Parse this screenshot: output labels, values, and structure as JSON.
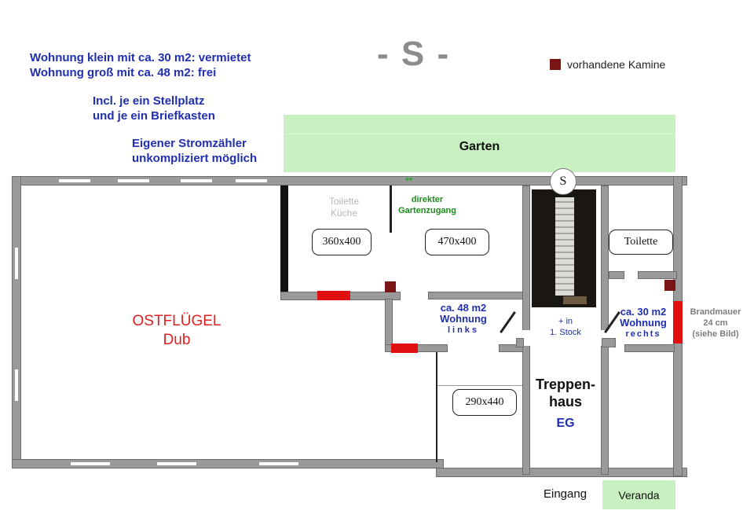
{
  "info": {
    "line1_prefix": "Wohnung klein mit ca. 30 m2: ",
    "line1_status": "vermietet",
    "line2_prefix": "Wohnung groß mit ca. 48 m2: ",
    "line2_status": "frei",
    "line3": "Incl. je ein Stellplatz",
    "line4": "und je ein Briefkasten",
    "line5": "Eigener Stromzähler",
    "line6": "unkompliziert möglich"
  },
  "compass": {
    "label": "- S -",
    "marker": "S"
  },
  "legend": {
    "label": "vorhandene Kamine",
    "color": "#7a1515"
  },
  "garden": {
    "label": "Garten",
    "color": "#c8f0c0"
  },
  "east_wing": {
    "line1": "OSTFLÜGEL",
    "line2": "Dub"
  },
  "rooms": {
    "toilet_kitchen_line1": "Toilette",
    "toilet_kitchen_line2": "Küche",
    "garden_access_stars": "**",
    "garden_access_line1": "direkter",
    "garden_access_line2": "Gartenzugang",
    "dim_a": "360x400",
    "dim_b": "470x400",
    "dim_c": "290x440",
    "toilet_right": "Toilette",
    "left_apt_size": "ca. 48 m2",
    "left_apt_line2": "Wohnung",
    "left_apt_line3": "links",
    "right_apt_size": "ca. 30 m2",
    "right_apt_line2": "Wohnung",
    "right_apt_line3": "rechts",
    "first_floor_line1": "+ in",
    "first_floor_line2": "1. Stock",
    "stair_line1": "Treppen-",
    "stair_line2": "haus",
    "stair_line3": "EG"
  },
  "firewall": {
    "line1": "Brandmauer",
    "line2": "24 cm",
    "line3": "(siehe Bild)"
  },
  "entrance": {
    "label": "Eingang"
  },
  "veranda": {
    "label": "Veranda",
    "color": "#c8f0c0"
  },
  "colors": {
    "wall": "#9a9a9a",
    "chimney": "#7a1515",
    "red_wall": "#e01010",
    "text_blue": "#1f2fb0",
    "east_wing_text": "#e02020"
  }
}
